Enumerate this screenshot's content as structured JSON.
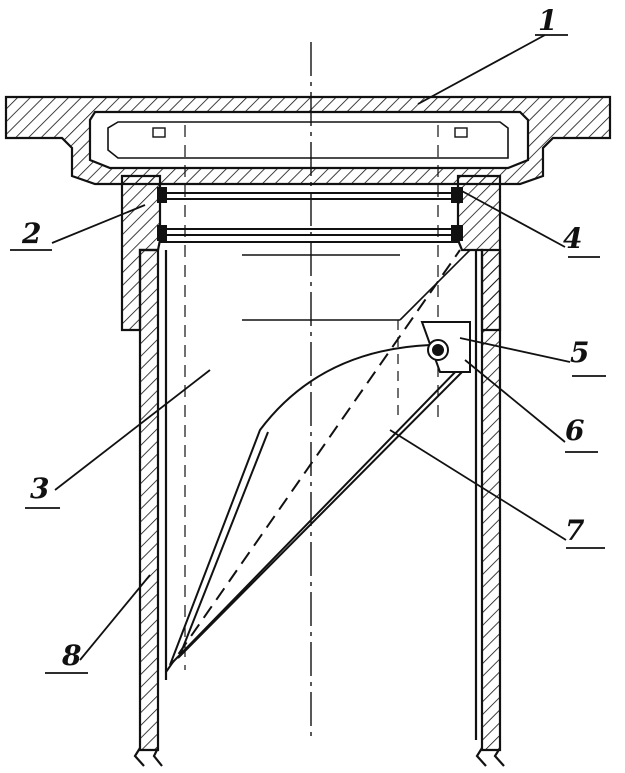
{
  "labels": {
    "l1": "1",
    "l2": "2",
    "l3": "3",
    "l4": "4",
    "l5": "5",
    "l6": "6",
    "l7": "7",
    "l8": "8"
  },
  "colors": {
    "ink": "#111111",
    "background": "#ffffff"
  }
}
